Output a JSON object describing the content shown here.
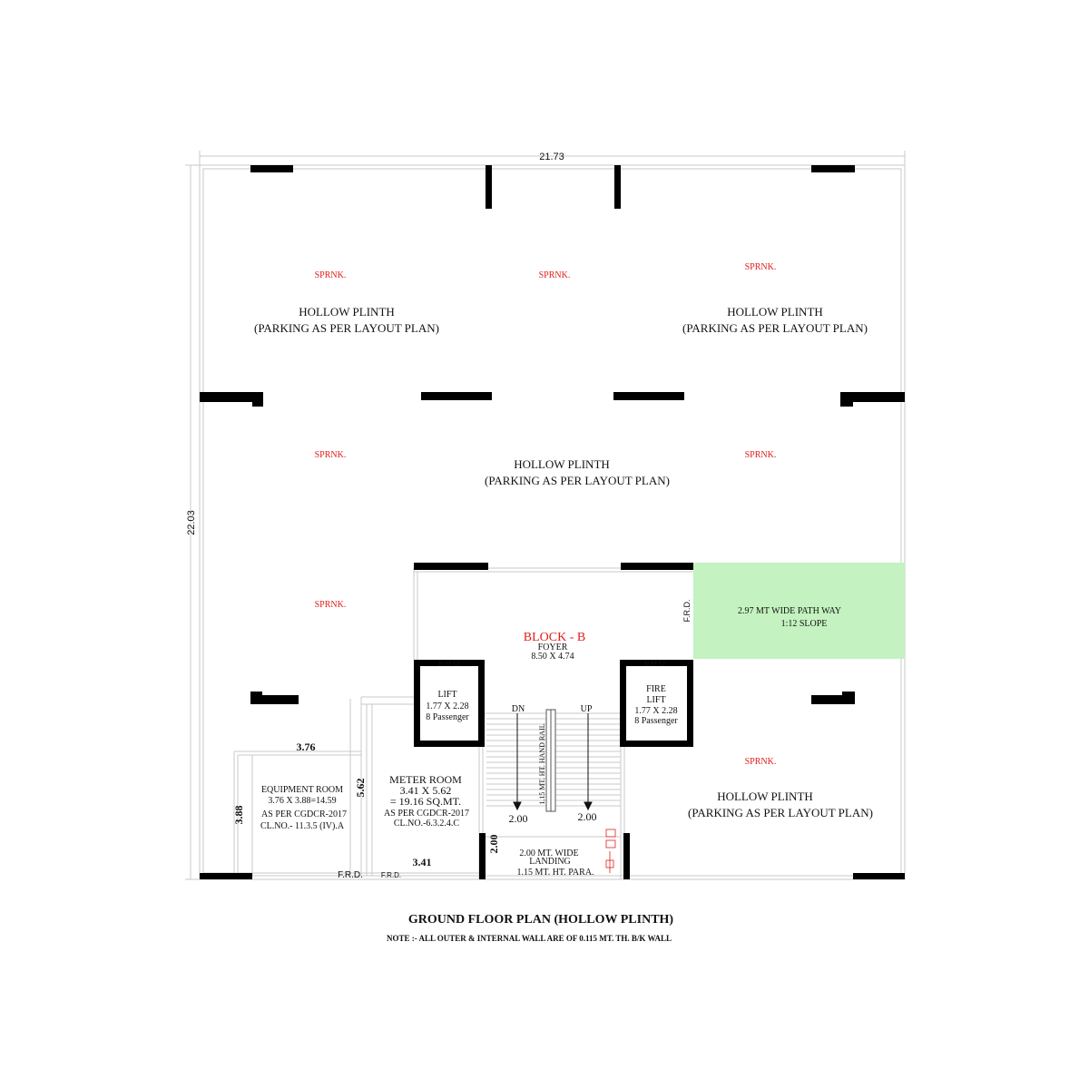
{
  "colors": {
    "wall": "#000000",
    "sprinkler_text": "#e0201b",
    "block_title": "#e0201b",
    "pathway_fill": "#c4f2c0",
    "grid_line": "#c8c8c8"
  },
  "dimensions": {
    "overall_width": "21.73",
    "overall_depth": "22.03",
    "equipment_width": "3.76",
    "equipment_depth": "3.88",
    "meter_depth": "5.62",
    "meter_width": "3.41",
    "landing_depth": "2.00",
    "stair_left": "2.00",
    "stair_right": "2.00"
  },
  "sprinkler_label": "SPRNK.",
  "parking": {
    "title": "HOLLOW PLINTH",
    "subtitle": "(PARKING AS PER LAYOUT PLAN)"
  },
  "block": {
    "title": "BLOCK - B",
    "foyer": "FOYER",
    "foyer_size": "8.50 X 4.74"
  },
  "frd": "F.R.D.",
  "lift": {
    "name": "LIFT",
    "size": "1.77 X 2.28",
    "capacity": "8 Passenger"
  },
  "fire_lift": {
    "name_1": "FIRE",
    "name_2": "LIFT",
    "size": "1.77 X 2.28",
    "capacity": "8 Passenger"
  },
  "stair": {
    "down": "DN",
    "up": "UP",
    "hand_rail": "1.15 MT. HT. HAND RAIL"
  },
  "pathway": {
    "line_1": "2.97 MT WIDE  PATH WAY",
    "line_2": "1:12 SLOPE"
  },
  "equipment_room": {
    "title": "EQUIPMENT  ROOM",
    "area": "3.76 X 3.88=14.59",
    "code": "AS PER CGDCR-2017",
    "clause": "CL.NO.- 11.3.5 (IV).A"
  },
  "meter_room": {
    "title": "METER ROOM",
    "size": "3.41 X 5.62",
    "area": "= 19.16 SQ.MT.",
    "code": "AS PER CGDCR-2017",
    "clause": "CL.NO.-6.3.2.4.C"
  },
  "landing": {
    "line_1": "2.00 MT. WIDE",
    "line_2": "LANDING",
    "line_3": "1.15 MT. HT. PARA."
  },
  "drawing_title": "GROUND FLOOR PLAN (HOLLOW PLINTH)",
  "note": "NOTE :- ALL OUTER & INTERNAL WALL ARE OF 0.115 MT. TH. B/K WALL"
}
